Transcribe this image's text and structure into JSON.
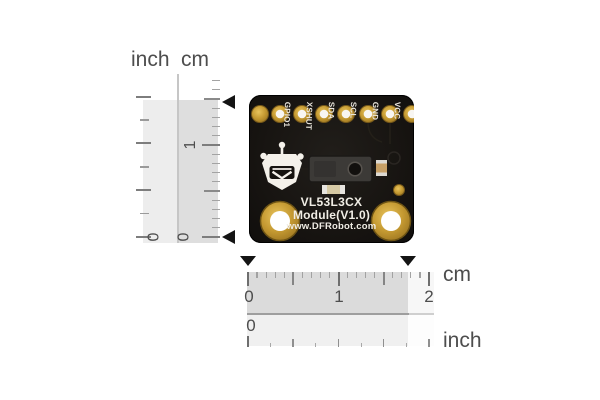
{
  "vertical_ruler": {
    "inch_header": "inch",
    "cm_header": "cm",
    "inch_zero_label": "0",
    "cm_zero_label": "0",
    "cm_one_label": "1"
  },
  "horizontal_ruler": {
    "cm_unit_label": "cm",
    "inch_unit_label": "inch",
    "cm_number_labels": [
      "0",
      "1",
      "2"
    ],
    "inch_zero_label": "0"
  },
  "board": {
    "pin_labels": [
      "GPIO1",
      "XSHUT",
      "SDA",
      "SCL",
      "GND",
      "VCC"
    ],
    "name_line1": "VL53L3CX",
    "name_line2": "Module(V1.0)",
    "website": "www.DFRobot.com",
    "colors": {
      "pcb_black": "#171411",
      "pad_gold": "#c59a32",
      "silkscreen_white": "#f0ede5"
    }
  }
}
